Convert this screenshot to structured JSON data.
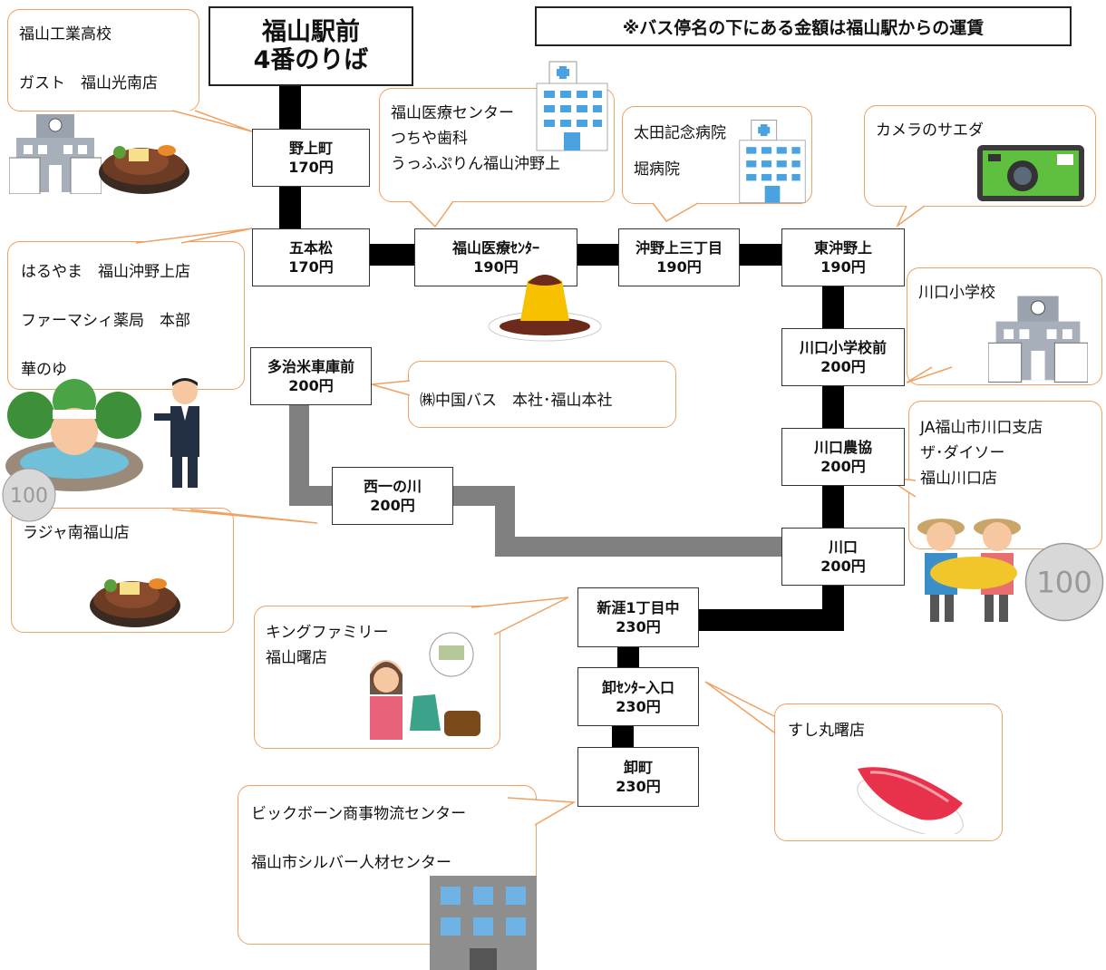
{
  "origin": {
    "line1": "福山駅前",
    "line2": "4番のりば"
  },
  "note": "※バス停名の下にある金額は福山駅からの運賃",
  "stops": {
    "nokamicho": {
      "name": "野上町",
      "fare": "170円"
    },
    "gohonmatsu": {
      "name": "五本松",
      "fare": "170円"
    },
    "iryo_center": {
      "name": "福山医療ｾﾝﾀｰ",
      "fare": "190円"
    },
    "okinogami3": {
      "name": "沖野上三丁目",
      "fare": "190円"
    },
    "higashiokinogami": {
      "name": "東沖野上",
      "fare": "190円"
    },
    "kawaguchi_school": {
      "name": "川口小学校前",
      "fare": "200円"
    },
    "kawaguchi_nokyo": {
      "name": "川口農協",
      "fare": "200円"
    },
    "kawaguchi": {
      "name": "川口",
      "fare": "200円"
    },
    "tajime_garage": {
      "name": "多治米車庫前",
      "fare": "200円"
    },
    "nishiichinokawa": {
      "name": "西一の川",
      "fare": "200円"
    },
    "shingai1": {
      "name": "新涯1丁目中",
      "fare": "230円"
    },
    "oroshi_center": {
      "name": "卸ｾﾝﾀｰ入口",
      "fare": "230円"
    },
    "oroshimachi": {
      "name": "卸町",
      "fare": "230円"
    }
  },
  "callouts": {
    "nokamicho": [
      "福山工業高校",
      "ガスト　福山光南店"
    ],
    "iryo": [
      "福山医療センター",
      "つちや歯科",
      "うっふぷりん福山沖野上"
    ],
    "okinogami": [
      "太田記念病院",
      "堀病院"
    ],
    "higashi": [
      "カメラのサエダ"
    ],
    "gohonmatsu": [
      "はるやま　福山沖野上店",
      "ファーマシィ薬局　本部",
      "華のゆ"
    ],
    "tajime": [
      "㈱中国バス　本社･福山本社"
    ],
    "kawaguchi_school": [
      "川口小学校"
    ],
    "nokyo": [
      "JA福山市川口支店",
      "ザ･ダイソー",
      "福山川口店"
    ],
    "nishiichi": [
      "ラジャ南福山店"
    ],
    "shingai": [
      "キングファミリー",
      "福山曙店"
    ],
    "oroshi": [
      "すし丸曙店"
    ],
    "oroshimachi": [
      "ビックボーン商事物流センター",
      "福山市シルバー人材センター"
    ]
  },
  "icons": [
    "school-icon",
    "steak-icon",
    "hospital-icon",
    "camera-icon",
    "pudding-icon",
    "onsen-icon",
    "businessman-icon",
    "coin-100-icon",
    "farmers-icon",
    "shopper-icon",
    "sushi-icon",
    "office-building-icon"
  ],
  "colors": {
    "route_main": "#000000",
    "route_branch": "#808080",
    "callout_border": "#f0a060"
  }
}
